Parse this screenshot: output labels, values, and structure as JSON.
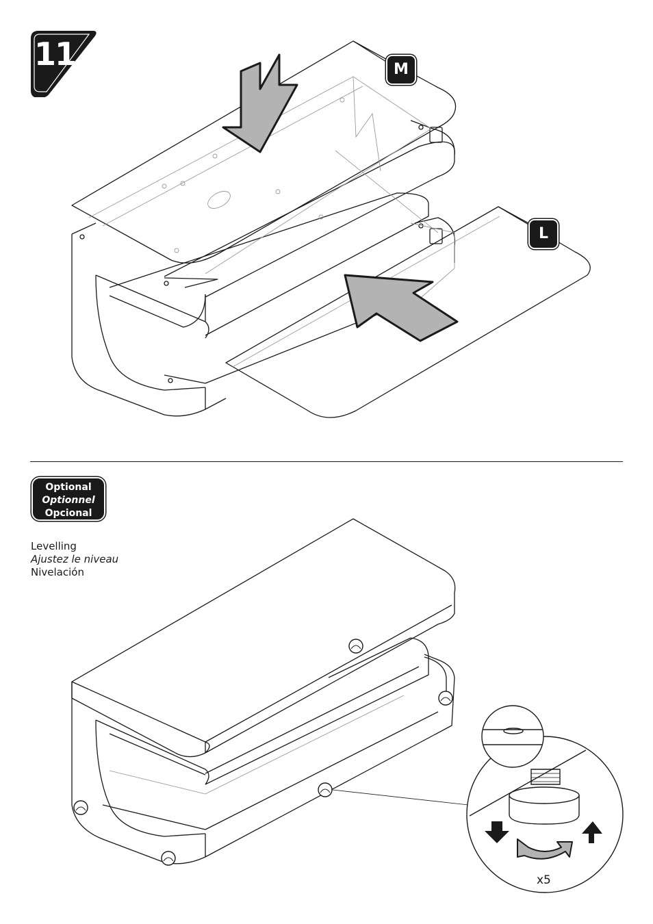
{
  "step": {
    "number": "11"
  },
  "parts": {
    "m_label": "M",
    "l_label": "L"
  },
  "optional_badge": {
    "line1": "Optional",
    "line2": "Optionnel",
    "line3": "Opcional"
  },
  "levelling": {
    "en": "Levelling",
    "fr": "Ajustez le niveau",
    "es": "Nivelación"
  },
  "detail": {
    "count": "x5"
  },
  "colors": {
    "ink": "#1a1a1a",
    "arrow_fill": "#b3b3b3",
    "glass_line": "#9a9a9a"
  }
}
